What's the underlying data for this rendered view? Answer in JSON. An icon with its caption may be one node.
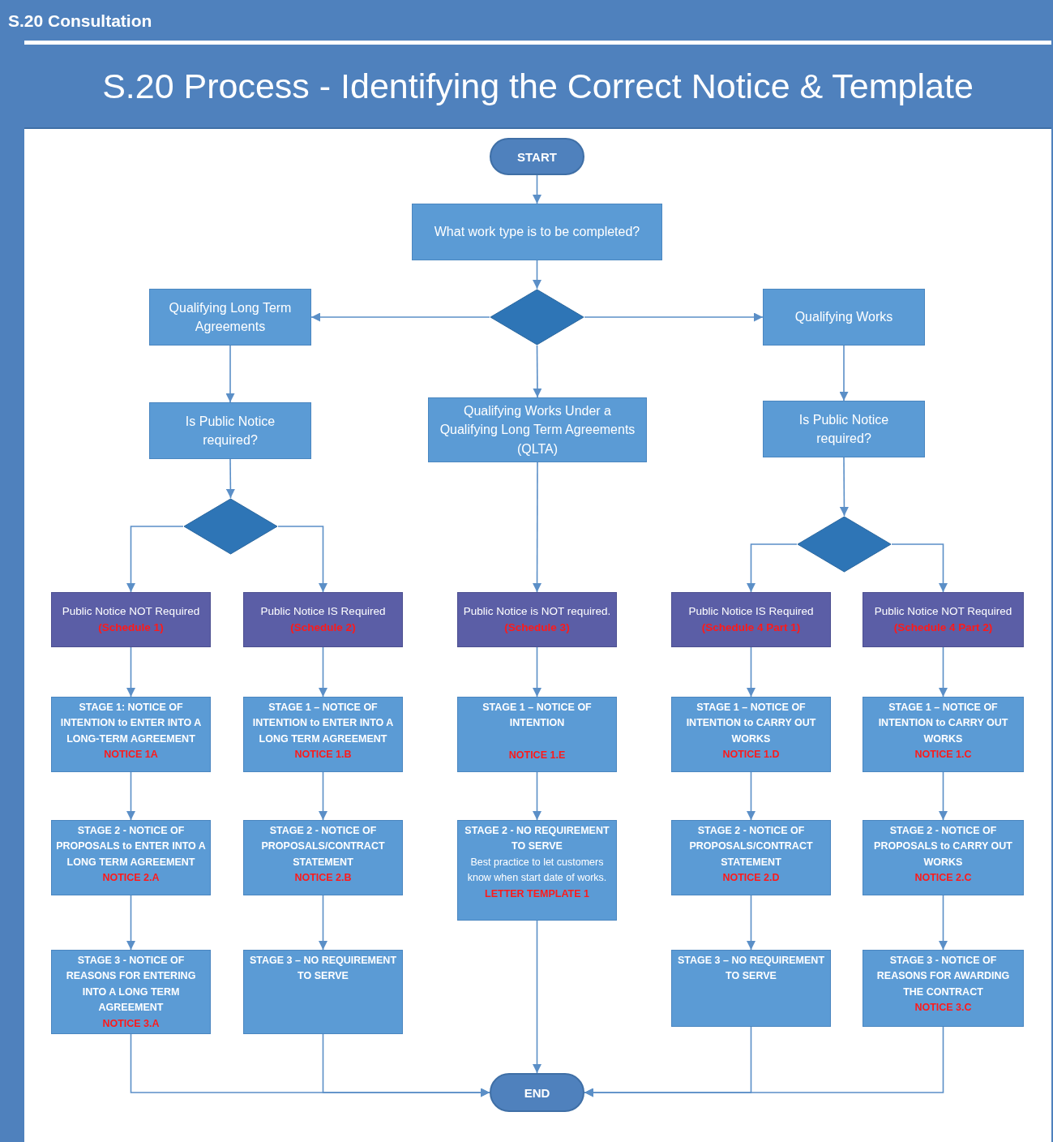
{
  "diagram": {
    "title": "S.20 Process - Identifying the Correct Notice & Template",
    "nodes": [
      {
        "text": [
          "START"
        ]
      },
      {
        "text": [
          "What work type is to be completed?"
        ]
      },
      {
        "text": [],
        "shape": "diamond"
      },
      {
        "text": [
          "Qualifying Long Term Agreements"
        ]
      },
      {
        "text": [
          "Qualifying Works"
        ]
      },
      {
        "text": [
          "Is Public Notice required?"
        ]
      },
      {
        "text": [
          "Qualifying Works Under a Qualifying Long Term Agreements (QLTA)"
        ]
      },
      {
        "text": [
          "Is Public Notice required?"
        ]
      },
      {
        "text": [],
        "shape": "diamond"
      },
      {
        "text": [],
        "shape": "diamond"
      },
      {
        "text": [
          "Public Notice NOT Required",
          "(Schedule 1)"
        ]
      },
      {
        "text": [
          "Public Notice IS Required",
          "(Schedule 2)"
        ]
      },
      {
        "text": [
          "Public Notice is NOT required.",
          "(Schedule 3)"
        ]
      },
      {
        "text": [
          "Public Notice IS Required",
          "(Schedule 4 Part 1)"
        ]
      },
      {
        "text": [
          "Public Notice NOT Required",
          "(Schedule 4 Part 2)"
        ]
      },
      {
        "text": [
          "STAGE 1: NOTICE OF INTENTION to ENTER INTO A LONG-TERM AGREEMENT",
          "NOTICE 1A"
        ]
      },
      {
        "text": [
          "STAGE 1 – NOTICE OF INTENTION to ENTER INTO A LONG TERM AGREEMENT",
          "NOTICE 1.B"
        ]
      },
      {
        "text": [
          "STAGE 1 – NOTICE OF INTENTION",
          "NOTICE 1.E"
        ]
      },
      {
        "text": [
          "STAGE 1 – NOTICE OF INTENTION to CARRY OUT WORKS",
          "NOTICE 1.D"
        ]
      },
      {
        "text": [
          "STAGE 1 – NOTICE OF INTENTION to CARRY OUT WORKS",
          "NOTICE 1.C"
        ]
      },
      {
        "text": [
          "STAGE 2 - NOTICE OF PROPOSALS to ENTER INTO A LONG TERM AGREEMENT",
          "NOTICE 2.A"
        ]
      },
      {
        "text": [
          "STAGE 2 - NOTICE OF PROPOSALS/CONTRACT STATEMENT",
          "NOTICE 2.B"
        ]
      },
      {
        "text": [
          "STAGE 2 - NO REQUIREMENT TO SERVE",
          "Best practice to let customers know when start date of works.",
          "LETTER TEMPLATE 1"
        ]
      },
      {
        "text": [
          "STAGE 2 - NOTICE OF PROPOSALS/CONTRACT STATEMENT",
          "NOTICE 2.D"
        ]
      },
      {
        "text": [
          "STAGE 2 - NOTICE OF PROPOSALS to CARRY OUT WORKS",
          "NOTICE 2.C"
        ]
      },
      {
        "text": [
          "STAGE 3 - NOTICE OF REASONS FOR ENTERING INTO A LONG TERM AGREEMENT",
          "NOTICE 3.A"
        ]
      },
      {
        "text": [
          "STAGE 3 – NO REQUIREMENT TO SERVE"
        ]
      },
      {
        "text": [
          "STAGE 3 – NO REQUIREMENT TO SERVE"
        ]
      },
      {
        "text": [
          "STAGE 3 - NOTICE OF REASONS FOR AWARDING THE CONTRACT",
          "NOTICE 3.C"
        ]
      },
      {
        "text": [
          "END"
        ]
      }
    ],
    "edges": [
      {
        "from": 0,
        "to": 1,
        "arrow": "to"
      },
      {
        "from": 1,
        "to": 2,
        "arrow": "to"
      },
      {
        "from": 2,
        "to": 3,
        "arrow": "to"
      },
      {
        "from": 2,
        "to": 4,
        "arrow": "to"
      },
      {
        "from": 2,
        "to": 6,
        "arrow": "to"
      },
      {
        "from": 3,
        "to": 5,
        "arrow": "to"
      },
      {
        "from": 4,
        "to": 7,
        "arrow": "to"
      },
      {
        "from": 5,
        "to": 8,
        "arrow": "to"
      },
      {
        "from": 7,
        "to": 9,
        "arrow": "to"
      },
      {
        "from": 8,
        "to": 10,
        "arrow": "to"
      },
      {
        "from": 8,
        "to": 11,
        "arrow": "to"
      },
      {
        "from": 6,
        "to": 12,
        "arrow": "to"
      },
      {
        "from": 9,
        "to": 13,
        "arrow": "to"
      },
      {
        "from": 9,
        "to": 14,
        "arrow": "to"
      },
      {
        "from": 10,
        "to": 15,
        "arrow": "to"
      },
      {
        "from": 11,
        "to": 16,
        "arrow": "to"
      },
      {
        "from": 12,
        "to": 17,
        "arrow": "to"
      },
      {
        "from": 13,
        "to": 18,
        "arrow": "to"
      },
      {
        "from": 14,
        "to": 19,
        "arrow": "to"
      },
      {
        "from": 15,
        "to": 20,
        "arrow": "to"
      },
      {
        "from": 16,
        "to": 21,
        "arrow": "to"
      },
      {
        "from": 17,
        "to": 22,
        "arrow": "to"
      },
      {
        "from": 18,
        "to": 23,
        "arrow": "to"
      },
      {
        "from": 19,
        "to": 24,
        "arrow": "to"
      },
      {
        "from": 20,
        "to": 25,
        "arrow": "to"
      },
      {
        "from": 21,
        "to": 26,
        "arrow": "to"
      },
      {
        "from": 23,
        "to": 27,
        "arrow": "to"
      },
      {
        "from": 24,
        "to": 28,
        "arrow": "to"
      },
      {
        "from": 25,
        "to": 29,
        "arrow": "to"
      },
      {
        "from": 26,
        "to": 29,
        "arrow": "to"
      },
      {
        "from": 22,
        "to": 29,
        "arrow": "to"
      },
      {
        "from": 27,
        "to": 29,
        "arrow": "to"
      },
      {
        "from": 28,
        "to": 29,
        "arrow": "to"
      }
    ],
    "labels": [
      "S.20 Consultation"
    ]
  }
}
